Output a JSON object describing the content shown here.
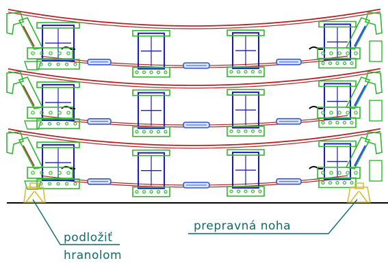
{
  "callouts": {
    "left_line1": "podložiť",
    "left_line2": "hranolom",
    "right": "prepravná noha"
  },
  "colors": {
    "frame_green": "#2db82d",
    "cross_member_blue": "#1a1acc",
    "beam_red": "#b32222",
    "beam_fill": "#f2b8b8",
    "tensioner_blue": "#3355dd",
    "foot_yellow": "#d8b830",
    "leader_teal": "#0c6c6c",
    "ground": "#000000"
  }
}
